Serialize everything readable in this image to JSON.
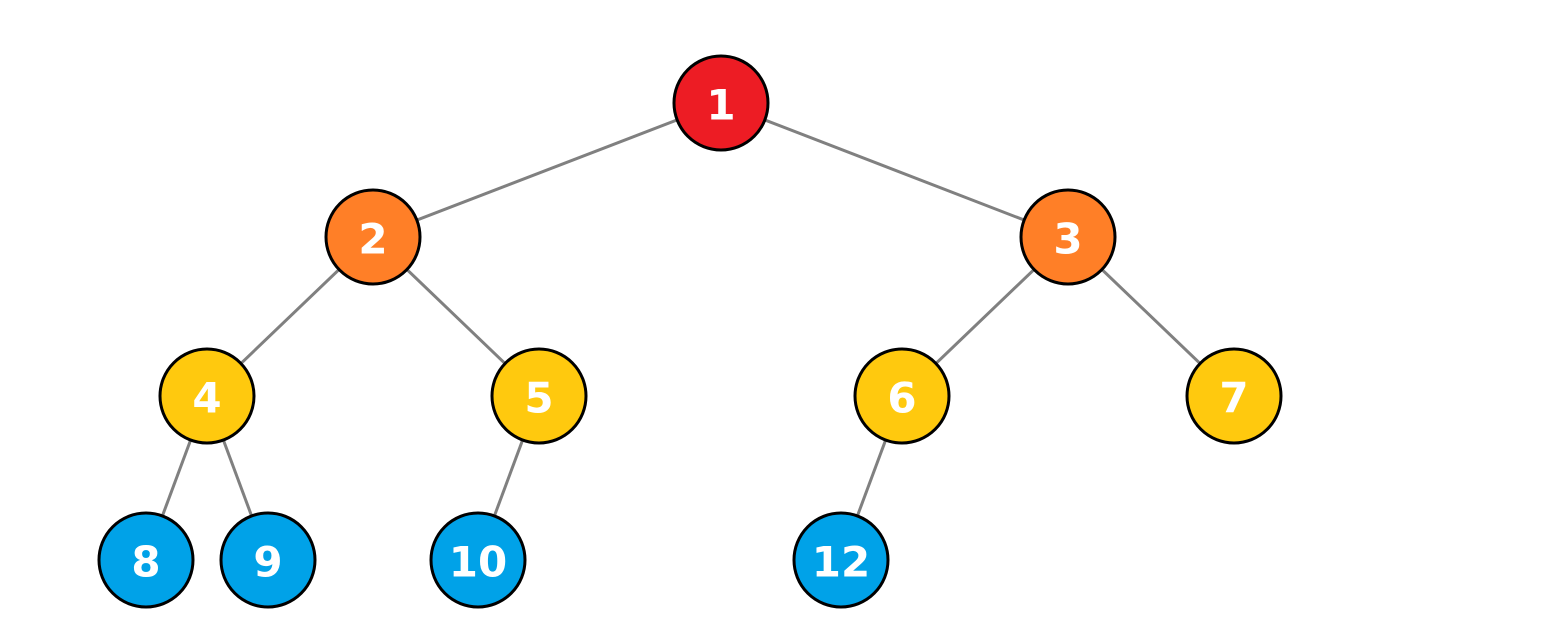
{
  "colors": {
    "level_0": "#ed1c24",
    "level_1": "#ff7f27",
    "level_2": "#ffc90e",
    "level_3": "#00a2e8",
    "edge": "#808080",
    "outline": "#000000",
    "label": "#ffffff"
  },
  "tree": {
    "nodes": [
      {
        "id": "n1",
        "label": "1",
        "level": 0
      },
      {
        "id": "n2",
        "label": "2",
        "level": 1
      },
      {
        "id": "n3",
        "label": "3",
        "level": 1
      },
      {
        "id": "n4",
        "label": "4",
        "level": 2
      },
      {
        "id": "n5",
        "label": "5",
        "level": 2
      },
      {
        "id": "n6",
        "label": "6",
        "level": 2
      },
      {
        "id": "n7",
        "label": "7",
        "level": 2
      },
      {
        "id": "n8",
        "label": "8",
        "level": 3
      },
      {
        "id": "n9",
        "label": "9",
        "level": 3
      },
      {
        "id": "n10",
        "label": "10",
        "level": 3
      },
      {
        "id": "n12",
        "label": "12",
        "level": 3
      }
    ],
    "edges": [
      {
        "from": "n1",
        "to": "n2"
      },
      {
        "from": "n1",
        "to": "n3"
      },
      {
        "from": "n2",
        "to": "n4"
      },
      {
        "from": "n2",
        "to": "n5"
      },
      {
        "from": "n3",
        "to": "n6"
      },
      {
        "from": "n3",
        "to": "n7"
      },
      {
        "from": "n4",
        "to": "n8"
      },
      {
        "from": "n4",
        "to": "n9"
      },
      {
        "from": "n5",
        "to": "n10"
      },
      {
        "from": "n6",
        "to": "n12"
      }
    ]
  }
}
